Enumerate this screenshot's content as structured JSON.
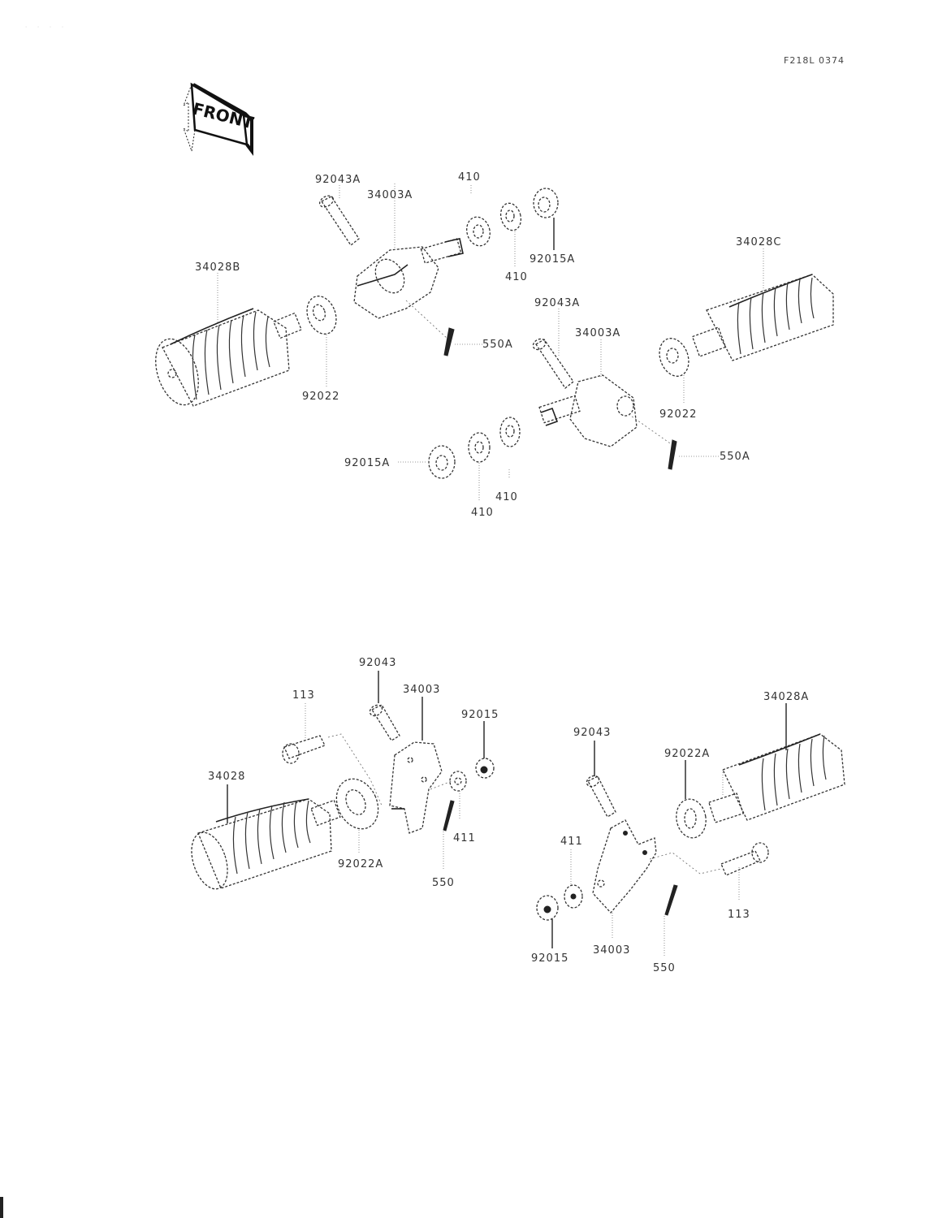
{
  "page": {
    "header_code": "F218L 0374",
    "faint_top_text": "· · · ·",
    "front_indicator": "FRONT"
  },
  "upper_assembly": {
    "labels": {
      "bolt_left": "92043A",
      "bracket_left": "34003A",
      "washer_top_a": "410",
      "washer_top_b": "410",
      "nut_top": "92015A",
      "peg_left": "34028B",
      "washer_left": "92022",
      "pin_left": "550A",
      "bolt_right": "92043A",
      "bracket_right": "34003A",
      "peg_right": "34028C",
      "washer_right": "92022",
      "pin_right": "550A",
      "nut_bottom": "92015A",
      "washer_bottom_a": "410",
      "washer_bottom_b": "410"
    }
  },
  "lower_assembly": {
    "labels": {
      "bolt_top_left": "92043",
      "bolt_113_left": "113",
      "bracket_left": "34003",
      "nut_left": "92015",
      "peg_left": "34028",
      "washer_left": "92022A",
      "washer_411_left": "411",
      "pin_left": "550",
      "bolt_top_right": "92043",
      "washer_right": "92022A",
      "peg_right": "34028A",
      "washer_411_right": "411",
      "bolt_113_right": "113",
      "nut_right": "92015",
      "bracket_right": "34003",
      "pin_right": "550"
    }
  }
}
